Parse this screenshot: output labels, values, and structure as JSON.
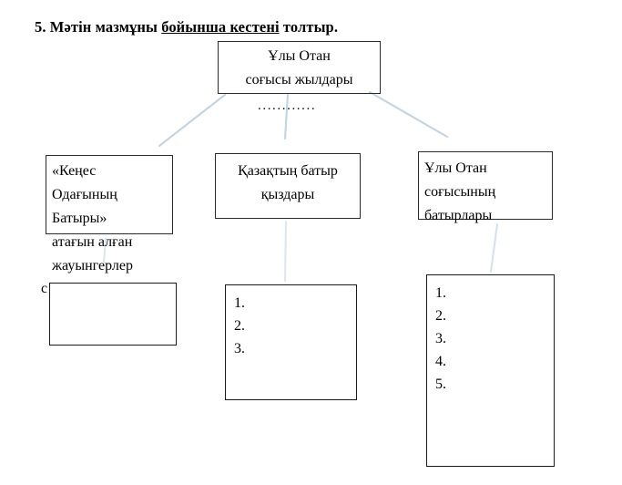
{
  "page": {
    "language": "kk",
    "background_color": "#ffffff",
    "text_color": "#000000",
    "connector_color": "#c3d3e0",
    "box_border_color": "#2b2b2b"
  },
  "task": {
    "number": "5.",
    "prefix": "5. Мәтін мазмұны ",
    "underlined": "бойынша кестені",
    "suffix": " толтыр."
  },
  "diagram": {
    "root": {
      "label": "Ұлы Отан\nсоғысы жылдары"
    },
    "ellipsis": "............",
    "branches": [
      {
        "id": "branch-soviet-hero",
        "header": "«Кеңес\nОдағының\nБатыры»\nатағын алған\nжауынгерлер",
        "overflow_glyph": "с",
        "answers": []
      },
      {
        "id": "branch-kazakh-hero-girls",
        "header": "Қазақтың батыр\nқыздары",
        "answers": [
          "1.",
          "2.",
          "3."
        ]
      },
      {
        "id": "branch-great-patriotic-war-heroes",
        "header": "Ұлы Отан\nсоғысының\nбатырлары",
        "answers": [
          "1.",
          "2.",
          "3.",
          "4.",
          "5."
        ]
      }
    ]
  }
}
